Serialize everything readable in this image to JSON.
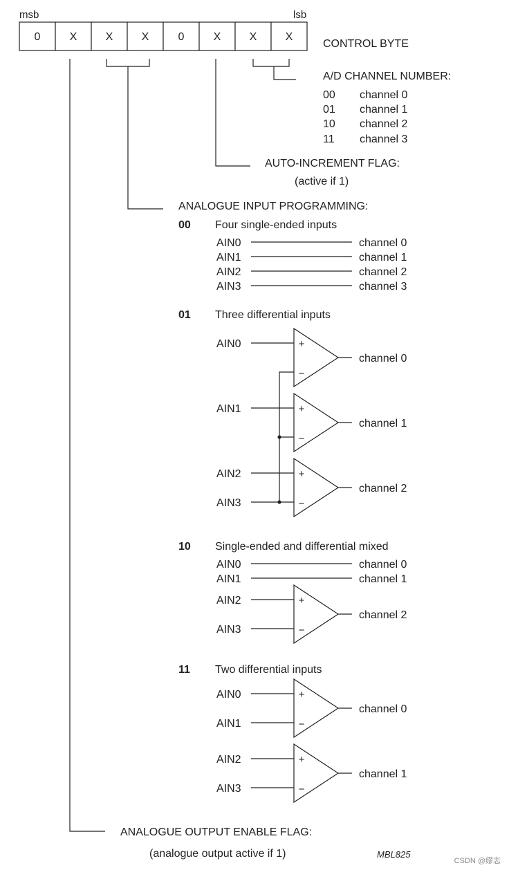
{
  "control_byte": {
    "msb_label": "msb",
    "lsb_label": "lsb",
    "bits": [
      "0",
      "X",
      "X",
      "X",
      "0",
      "X",
      "X",
      "X"
    ],
    "title": "CONTROL BYTE"
  },
  "ad_channel": {
    "title": "A/D CHANNEL NUMBER:",
    "rows": [
      {
        "code": "00",
        "label": "channel 0"
      },
      {
        "code": "01",
        "label": "channel 1"
      },
      {
        "code": "10",
        "label": "channel 2"
      },
      {
        "code": "11",
        "label": "channel 3"
      }
    ]
  },
  "auto_increment": {
    "title": "AUTO-INCREMENT FLAG:",
    "note": "(active if 1)"
  },
  "analogue_input": {
    "title": "ANALOGUE INPUT PROGRAMMING:",
    "modes": [
      {
        "code": "00",
        "desc": "Four single-ended inputs",
        "inputs": [
          "AIN0",
          "AIN1",
          "AIN2",
          "AIN3"
        ],
        "outputs": [
          "channel 0",
          "channel 1",
          "channel 2",
          "channel 3"
        ]
      },
      {
        "code": "01",
        "desc": "Three differential inputs",
        "inputs": [
          "AIN0",
          "AIN1",
          "AIN2",
          "AIN3"
        ],
        "outputs": [
          "channel 0",
          "channel 1",
          "channel 2"
        ]
      },
      {
        "code": "10",
        "desc": "Single-ended and differential mixed",
        "inputs": [
          "AIN0",
          "AIN1",
          "AIN2",
          "AIN3"
        ],
        "outputs": [
          "channel 0",
          "channel 1",
          "channel 2"
        ]
      },
      {
        "code": "11",
        "desc": "Two differential inputs",
        "inputs": [
          "AIN0",
          "AIN1",
          "AIN2",
          "AIN3"
        ],
        "outputs": [
          "channel 0",
          "channel 1"
        ]
      }
    ],
    "plus": "+",
    "minus": "−"
  },
  "analogue_output": {
    "title": "ANALOGUE OUTPUT ENABLE FLAG:",
    "note": "(analogue output active if 1)"
  },
  "figure_code": "MBL825",
  "watermark": "CSDN @缪志"
}
